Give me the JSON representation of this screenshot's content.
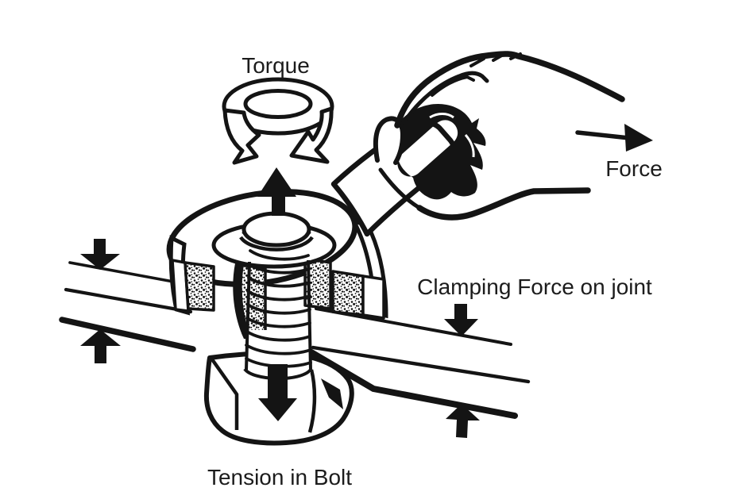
{
  "diagram": {
    "labels": {
      "torque": "Torque",
      "force": "Force",
      "clamping": "Clamping Force on joint",
      "tension": "Tension in Bolt"
    },
    "colors": {
      "ink": "#141414",
      "background": "#ffffff"
    },
    "annotations": {
      "torque_symbol": "circular-rotation-arrow",
      "top_arrow": "up-arrow-at-bolt-head",
      "nut_arrow": "down-arrow-on-nut",
      "clamping_arrows": [
        "down-arrow-left-plate",
        "up-arrow-left-plate",
        "down-arrow-right-plate",
        "up-arrow-right-plate"
      ],
      "force_arrow": "right-arrow-at-hand",
      "scene": "hand-with-box-wrench-tightening-bolt-through-two-plates"
    }
  }
}
